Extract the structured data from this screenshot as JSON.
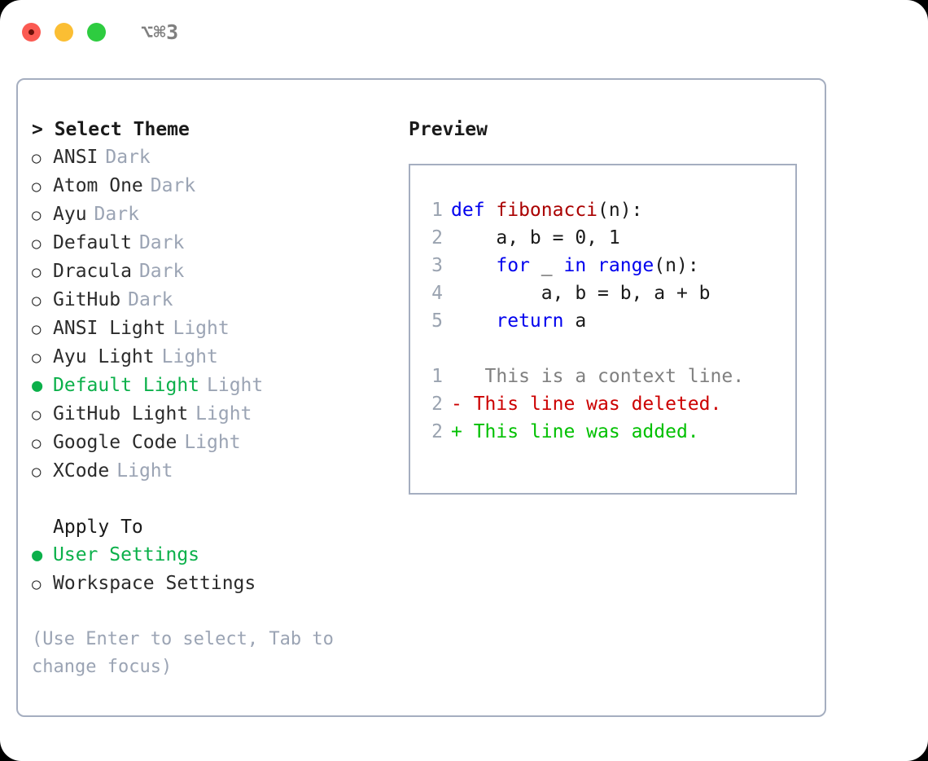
{
  "window": {
    "title": "⌥⌘3",
    "traffic_lights": [
      "close-red",
      "minimize-yellow",
      "maximize-green"
    ]
  },
  "colors": {
    "accent_green": "#0bb04a",
    "muted_tag": "#9ba4b4",
    "border": "#a5aec0",
    "keyword_blue": "#0000ee",
    "function_red": "#aa0000",
    "diff_deleted": "#cc0000",
    "diff_added": "#00c000",
    "diff_context": "#808080",
    "line_number": "#9aa3b0"
  },
  "theme_picker": {
    "heading": "> Select Theme",
    "selected_marker": "●",
    "unselected_marker": "○",
    "items": [
      {
        "name": "ANSI",
        "tag": "Dark",
        "selected": false
      },
      {
        "name": "Atom One",
        "tag": "Dark",
        "selected": false
      },
      {
        "name": "Ayu",
        "tag": "Dark",
        "selected": false
      },
      {
        "name": "Default",
        "tag": "Dark",
        "selected": false
      },
      {
        "name": "Dracula",
        "tag": "Dark",
        "selected": false
      },
      {
        "name": "GitHub",
        "tag": "Dark",
        "selected": false
      },
      {
        "name": "ANSI Light",
        "tag": "Light",
        "selected": false
      },
      {
        "name": "Ayu Light",
        "tag": "Light",
        "selected": false
      },
      {
        "name": "Default Light",
        "tag": "Light",
        "selected": true
      },
      {
        "name": "GitHub Light",
        "tag": "Light",
        "selected": false
      },
      {
        "name": "Google Code",
        "tag": "Light",
        "selected": false
      },
      {
        "name": "XCode",
        "tag": "Light",
        "selected": false
      }
    ]
  },
  "apply_to": {
    "heading": "Apply To",
    "options": [
      {
        "label": "User Settings",
        "selected": true
      },
      {
        "label": "Workspace Settings",
        "selected": false
      }
    ]
  },
  "hint": "(Use Enter to select, Tab to change focus)",
  "preview": {
    "heading": "Preview",
    "code_lines": [
      {
        "num": "1",
        "tokens": [
          {
            "t": "def ",
            "c": "kw"
          },
          {
            "t": "fibonacci",
            "c": "fn"
          },
          {
            "t": "(n):",
            "c": "ctext"
          }
        ]
      },
      {
        "num": "2",
        "tokens": [
          {
            "t": "    a, b = 0, 1",
            "c": "ctext"
          }
        ]
      },
      {
        "num": "3",
        "tokens": [
          {
            "t": "    ",
            "c": "ctext"
          },
          {
            "t": "for",
            "c": "kw"
          },
          {
            "t": " _ ",
            "c": "ctext"
          },
          {
            "t": "in",
            "c": "kw"
          },
          {
            "t": " ",
            "c": "ctext"
          },
          {
            "t": "range",
            "c": "kw"
          },
          {
            "t": "(n):",
            "c": "ctext"
          }
        ]
      },
      {
        "num": "4",
        "tokens": [
          {
            "t": "        a, b = b, a + b",
            "c": "ctext"
          }
        ]
      },
      {
        "num": "5",
        "tokens": [
          {
            "t": "    ",
            "c": "ctext"
          },
          {
            "t": "return",
            "c": "kw"
          },
          {
            "t": " a",
            "c": "ctext"
          }
        ]
      }
    ],
    "diff_lines": [
      {
        "num": "1",
        "marker": " ",
        "text": "  This is a context line.",
        "kind": "d-ctx"
      },
      {
        "num": "2",
        "marker": "-",
        "text": " This line was deleted.",
        "kind": "d-del"
      },
      {
        "num": "2",
        "marker": "+",
        "text": " This line was added.",
        "kind": "d-add"
      }
    ]
  }
}
